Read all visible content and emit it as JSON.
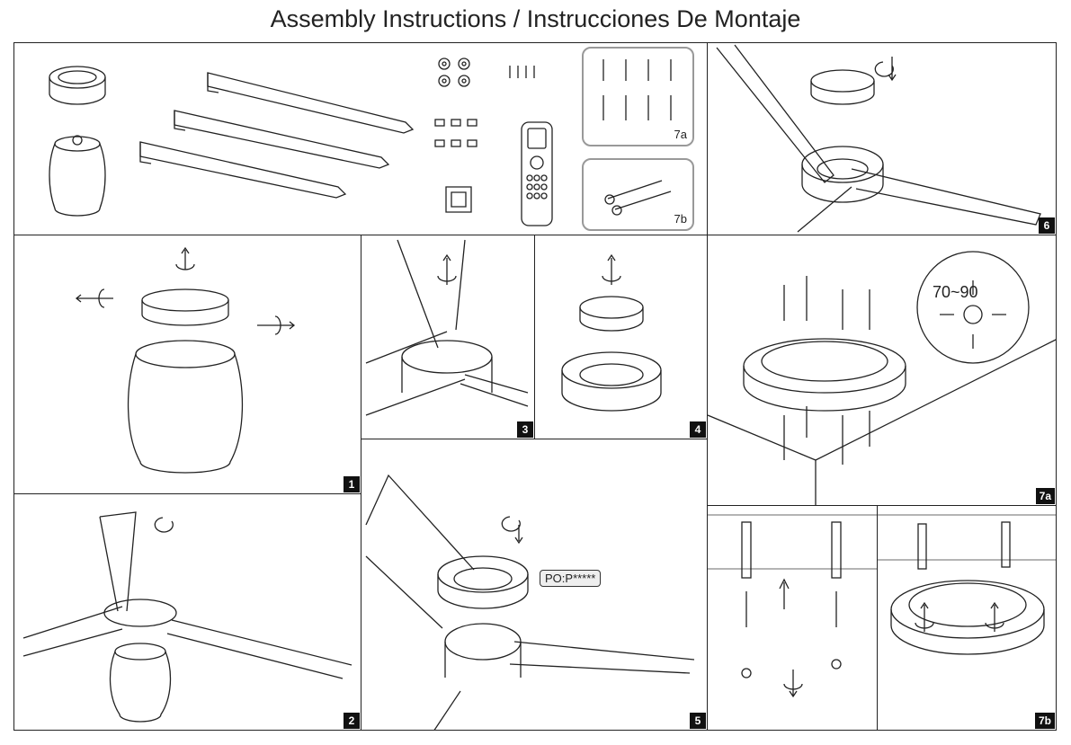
{
  "title": "Assembly Instructions / Instrucciones De Montaje",
  "steps": {
    "s1": "1",
    "s2": "2",
    "s3": "3",
    "s4": "4",
    "s5": "5",
    "s6": "6",
    "s7a": "7a",
    "s7b": "7b"
  },
  "parts": {
    "box7a": "7a",
    "box7b": "7b"
  },
  "po_label": "PO:P*****",
  "distance_label": "70~90"
}
